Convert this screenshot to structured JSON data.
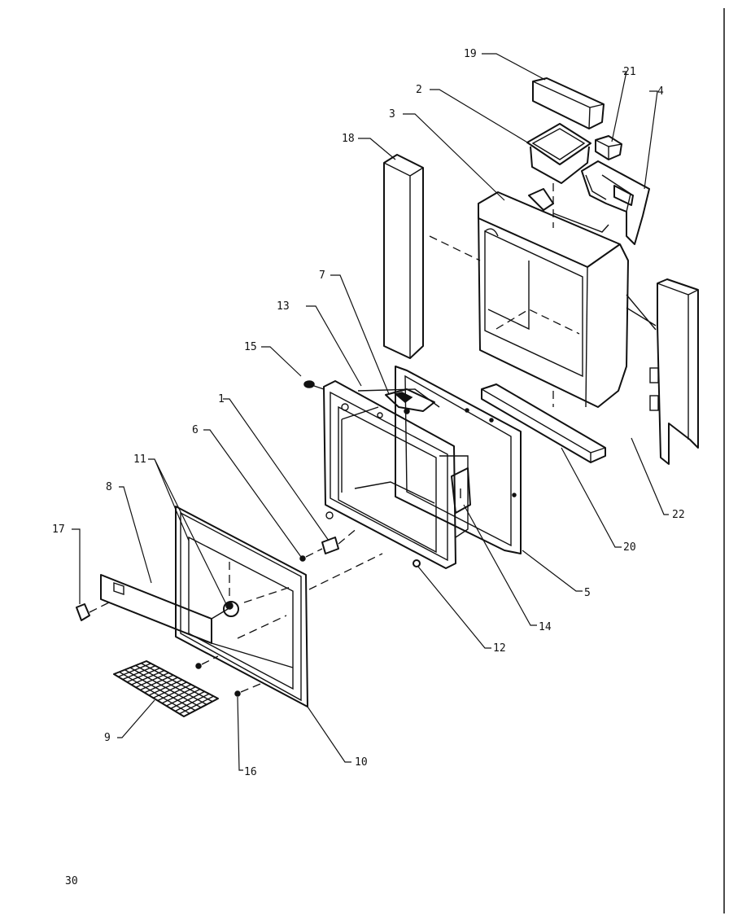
{
  "diagram": {
    "callouts": [
      "1",
      "2",
      "3",
      "4",
      "5",
      "6",
      "7",
      "8",
      "9",
      "10",
      "11",
      "12",
      "13",
      "14",
      "15",
      "16",
      "17",
      "18",
      "19",
      "20",
      "21",
      "22"
    ]
  },
  "page": {
    "number": "30"
  }
}
